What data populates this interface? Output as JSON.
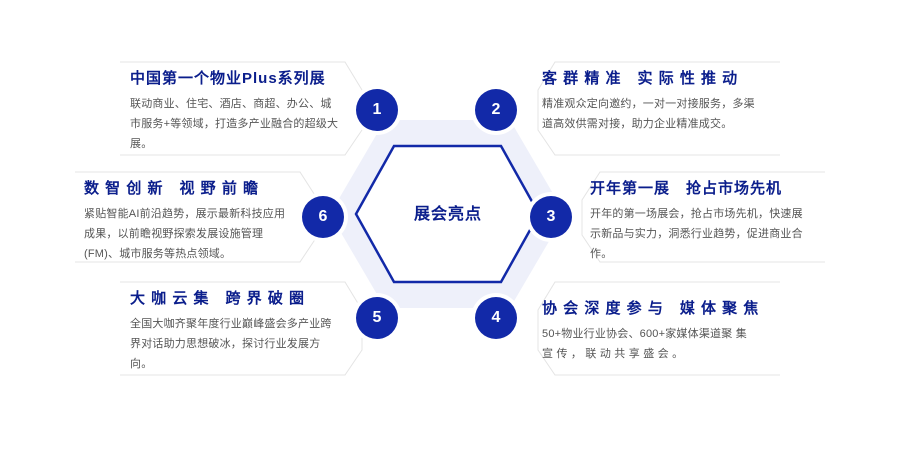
{
  "center": {
    "label": "展会亮点"
  },
  "items": [
    {
      "num": "1",
      "title": "中国第一个物业Plus系列展",
      "desc": "联动商业、住宅、酒店、商超、办公、城市服务+等领域，打造多产业融合的超级大展。"
    },
    {
      "num": "2",
      "title": "客 群 精 准　实 际 性 推 动",
      "desc": "精准观众定向邀约，一对一对接服务，多渠道高效供需对接，助力企业精准成交。"
    },
    {
      "num": "3",
      "title": "开年第一展　抢占市场先机",
      "desc": "开年的第一场展会，抢占市场先机，快速展示新品与实力，洞悉行业趋势，促进商业合作。"
    },
    {
      "num": "4",
      "title": "协 会 深 度 参 与　媒 体 聚 焦",
      "desc": "50+物业行业协会、600+家媒体渠道聚 集 宣 传 ， 联 动 共 享 盛 会 。"
    },
    {
      "num": "5",
      "title": "大 咖 云 集　跨 界 破 圈",
      "desc": "全国大咖齐聚年度行业巅峰盛会多产业跨界对话助力思想破冰，探讨行业发展方向。"
    },
    {
      "num": "6",
      "title": "数 智 创 新　视 野 前 瞻",
      "desc": "紧贴智能AI前沿趋势，展示最新科技应用成果，以前瞻视野探索发展设施管理(FM)、城市服务等热点领域。"
    }
  ],
  "colors": {
    "accent": "#1229a8",
    "title": "#0b1e8c",
    "text": "#555555",
    "hexFill": "#eef0fa",
    "hexStroke": "#1229a8",
    "lineStroke": "#e3e3e3"
  }
}
